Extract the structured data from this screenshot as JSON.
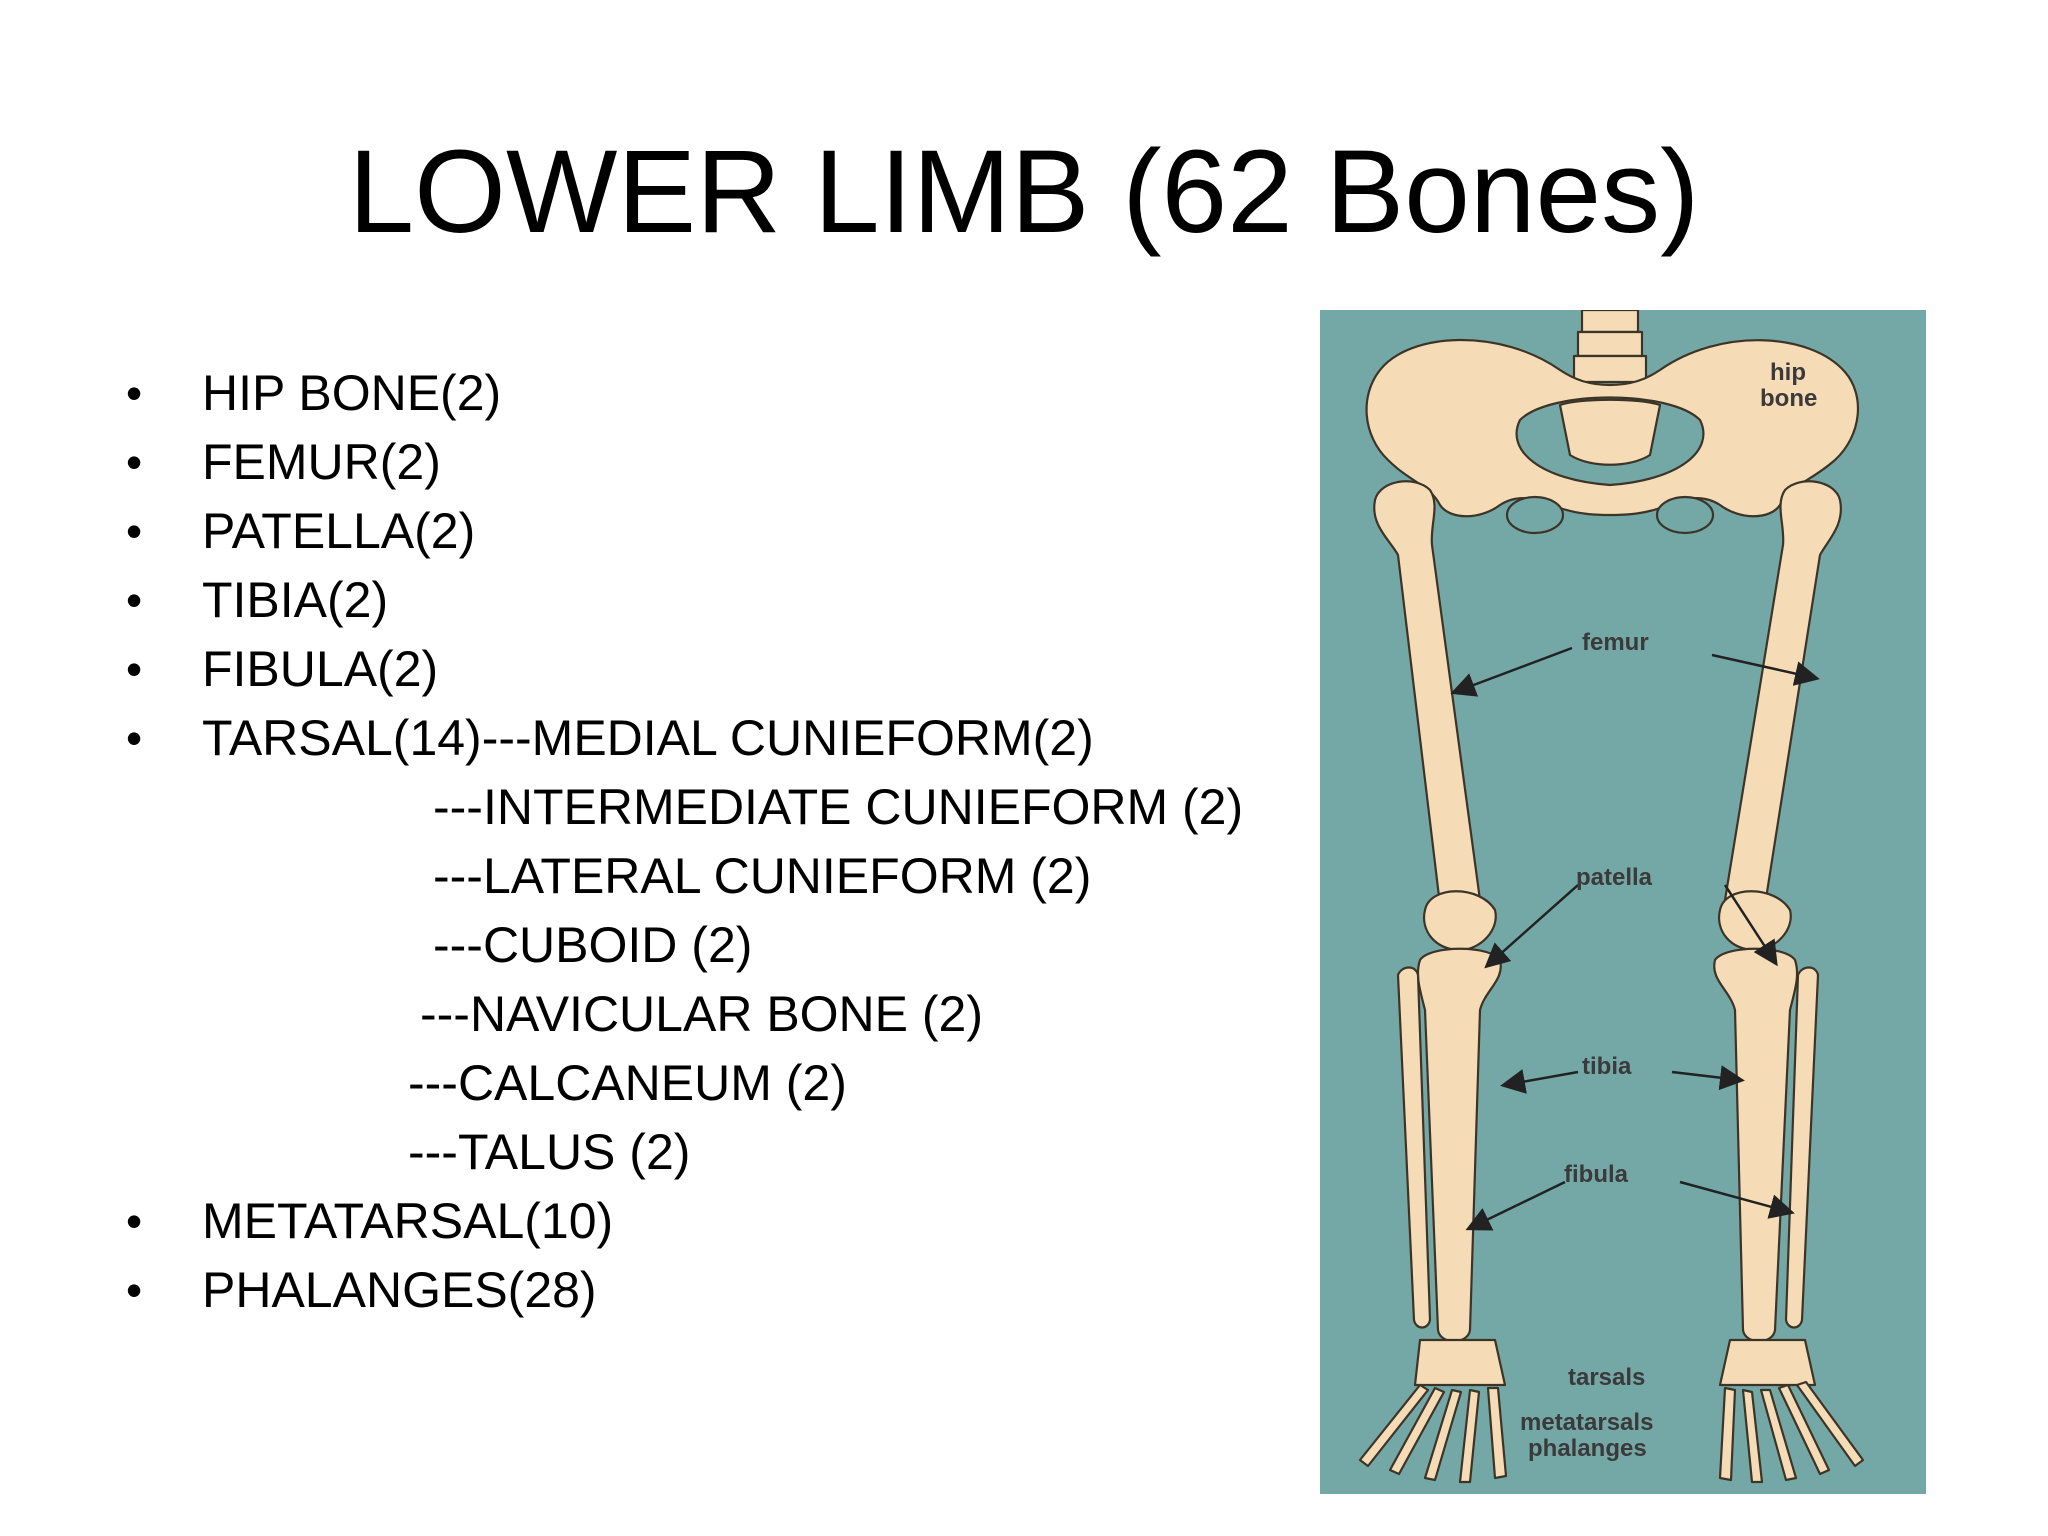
{
  "slide": {
    "title": "LOWER LIMB (62 Bones)"
  },
  "bone_list": {
    "hip_bone": "HIP BONE(2)",
    "femur": "FEMUR(2)",
    "patella": "PATELLA(2)",
    "tibia": "TIBIA(2)",
    "fibula": "FIBULA(2)",
    "tarsal": "TARSAL(14)---MEDIAL CUNIEFORM(2)",
    "tarsal_intermediate": "---INTERMEDIATE CUNIEFORM (2)",
    "tarsal_lateral": "---LATERAL CUNIEFORM (2)",
    "tarsal_cuboid": "---CUBOID (2)",
    "tarsal_navicular": "---NAVICULAR BONE (2)",
    "tarsal_calcaneum": "---CALCANEUM (2)",
    "tarsal_talus": "---TALUS (2)",
    "metatarsal": "METATARSAL(10)",
    "phalanges": "PHALANGES(28)",
    "bullet": "•"
  },
  "figure": {
    "background_color": "#74a8a7",
    "bone_color": "#f6dcb6",
    "labels": {
      "hip": "hip",
      "bone": "bone",
      "femur": "femur",
      "patella": "patella",
      "tibia": "tibia",
      "fibula": "fibula",
      "tarsals": "tarsals",
      "metatarsals": "metatarsals",
      "phalanges": "phalanges"
    }
  }
}
